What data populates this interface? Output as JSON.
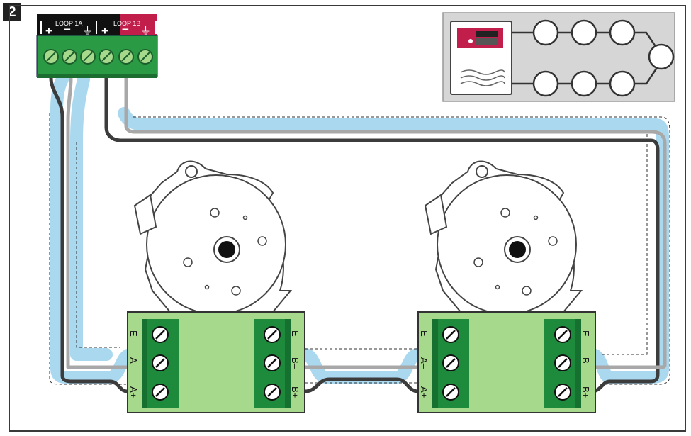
{
  "figure": {
    "number": "2"
  },
  "panel": {
    "loop_a": "LOOP 1A",
    "loop_b": "LOOP 1B",
    "symbols": {
      "plus": "+",
      "minus": "−",
      "earth": "⏚"
    }
  },
  "detector_terminals": {
    "left": [
      "E",
      "A–",
      "A+"
    ],
    "right": [
      "E",
      "B–",
      "B+"
    ]
  },
  "colors": {
    "frame": "#3a3a3a",
    "terminal_green": "#a6d98c",
    "terminal_dark": "#1e8a3c",
    "panel_red": "#c21e4c",
    "cable_dark": "#3c3c3c",
    "cable_light": "#a8a8a8",
    "shield_blue": "#aad8ef",
    "inset_bg": "#d6d6d6"
  }
}
